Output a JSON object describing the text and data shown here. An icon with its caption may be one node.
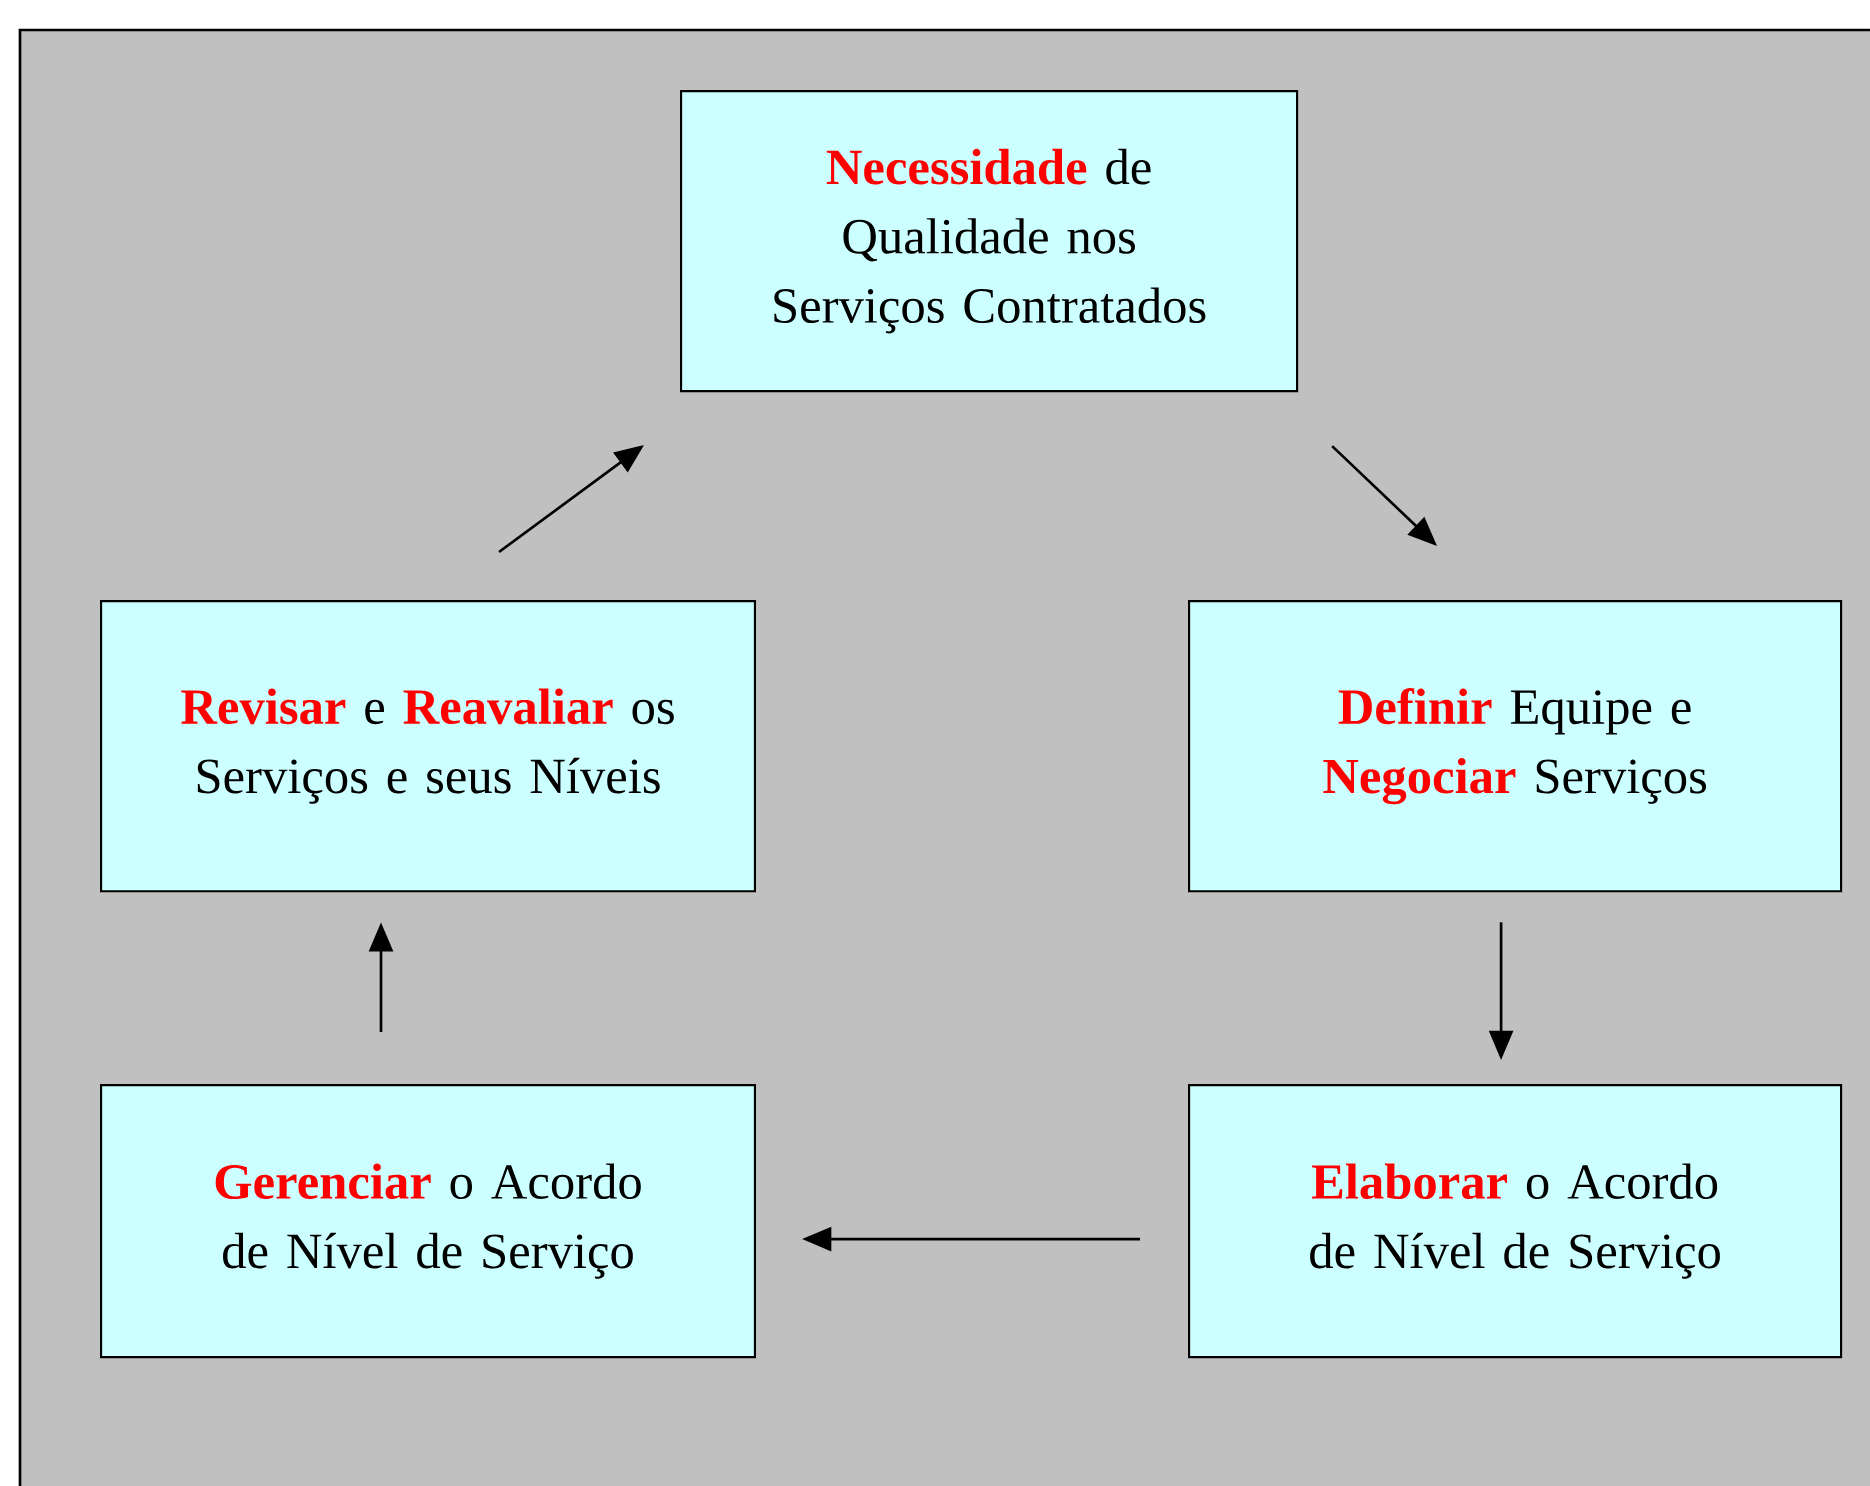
{
  "diagram": {
    "nodes": [
      {
        "text": [
          "**Necessidade** de Qualidade nos Serviços Contratados"
        ]
      },
      {
        "text": [
          "**Definir** Equipe e **Negociar** Serviços"
        ]
      },
      {
        "text": [
          "**Elaborar** o Acordo de Nível de Serviço"
        ]
      },
      {
        "text": [
          "**Gerenciar** o Acordo de Nível de Serviço"
        ]
      },
      {
        "text": [
          "**Revisar** e **Reavaliar** os Serviços e seus Níveis"
        ]
      }
    ],
    "edges": [
      {
        "from": 0,
        "to": 1,
        "arrow": "to"
      },
      {
        "from": 1,
        "to": 2,
        "arrow": "to"
      },
      {
        "from": 2,
        "to": 3,
        "arrow": "to"
      },
      {
        "from": 3,
        "to": 4,
        "arrow": "to"
      },
      {
        "from": 4,
        "to": 0,
        "arrow": "to"
      }
    ]
  }
}
